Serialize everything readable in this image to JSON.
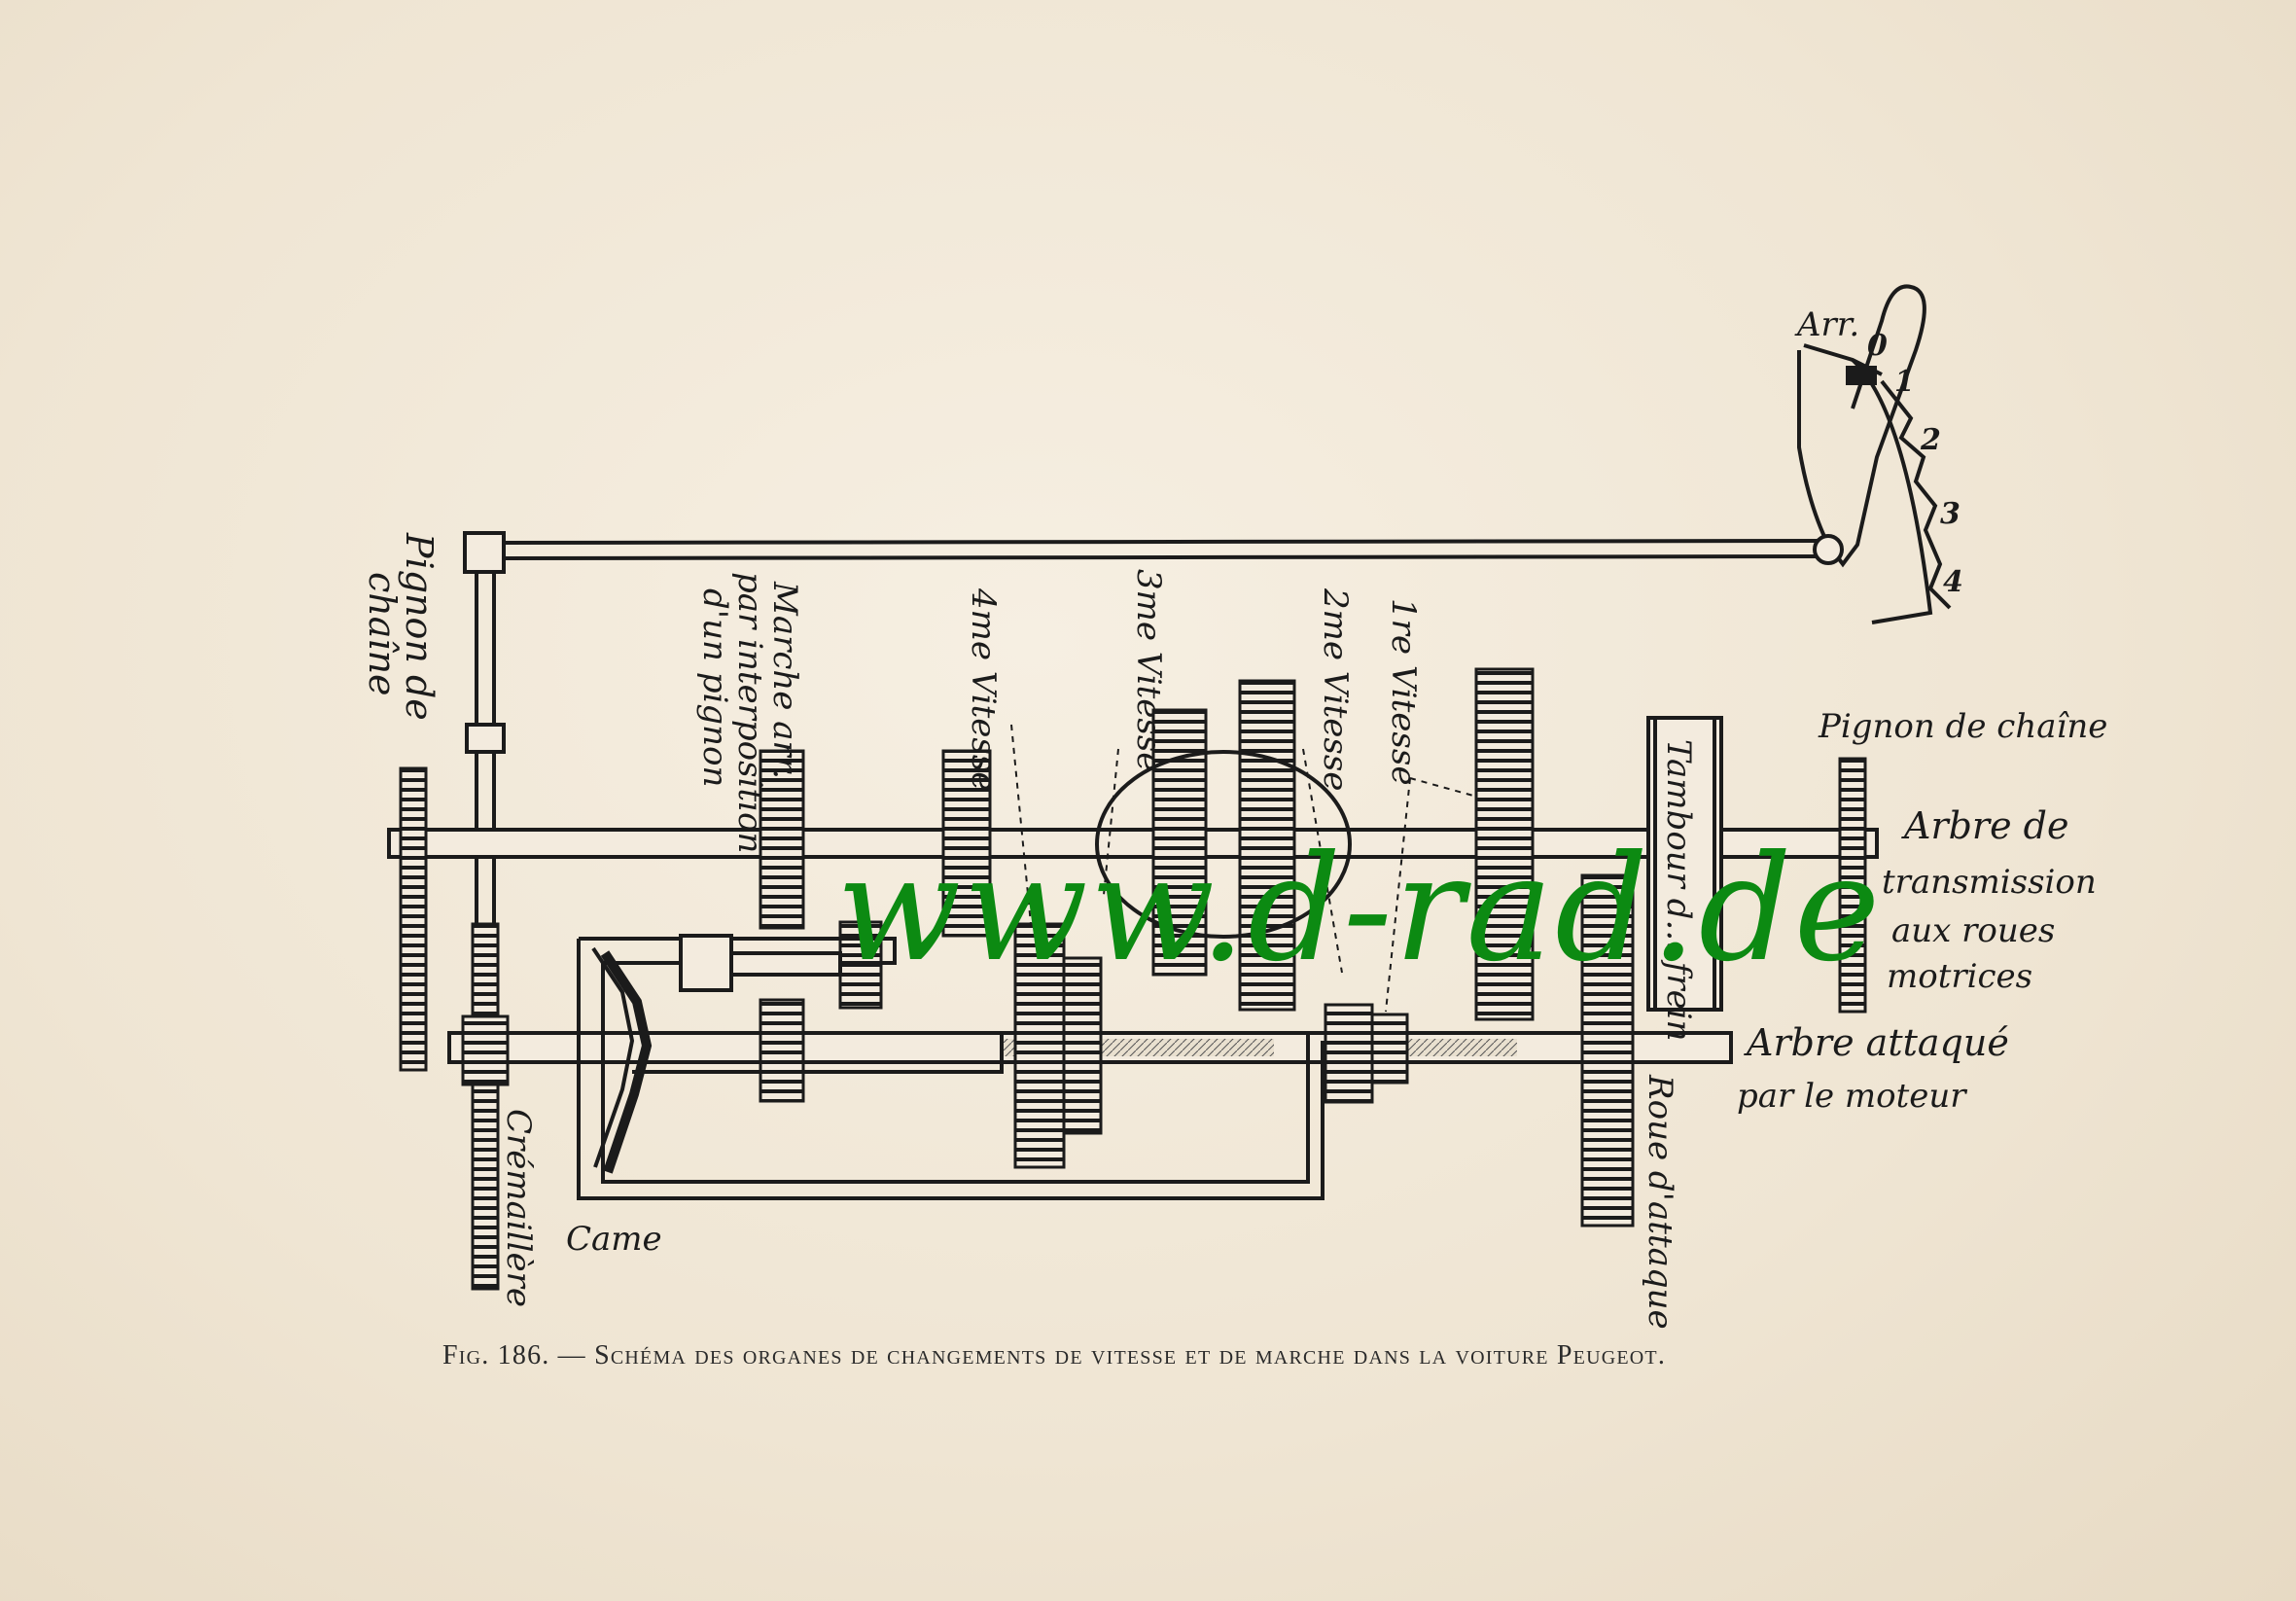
{
  "labels": {
    "pignon_left": [
      "Pignon de",
      "chaîne"
    ],
    "marche_arr": [
      "Marche arr.",
      "par interposition",
      "d'un pignon"
    ],
    "v4": "4me Vitesse",
    "v3": "3me Vitesse",
    "v2": "2me Vitesse",
    "v1": "1re Vitesse",
    "tambour": "Tambour d... frein",
    "pignon_right": "Pignon de chaîne",
    "arbre_transmission": [
      "Arbre de",
      "transmission",
      "aux roues",
      "motrices"
    ],
    "arbre_attaque": [
      "Arbre attaqué",
      "par le moteur"
    ],
    "roue_attaque": "Roue d'attaque",
    "cremaillere": "Crémaillère",
    "came": "Came",
    "lever_arr": "Arr.",
    "lever_positions": [
      "0",
      "1",
      "2",
      "3",
      "4"
    ]
  },
  "watermark": "www.d-rad.de",
  "caption": "Fig. 186. — Schéma des organes de changements de vitesse et de marche dans la voiture Peugeot.",
  "colors": {
    "ink": "#1b1b1b",
    "paper": "#f1e8d8",
    "watermark": "#0c8a12"
  }
}
